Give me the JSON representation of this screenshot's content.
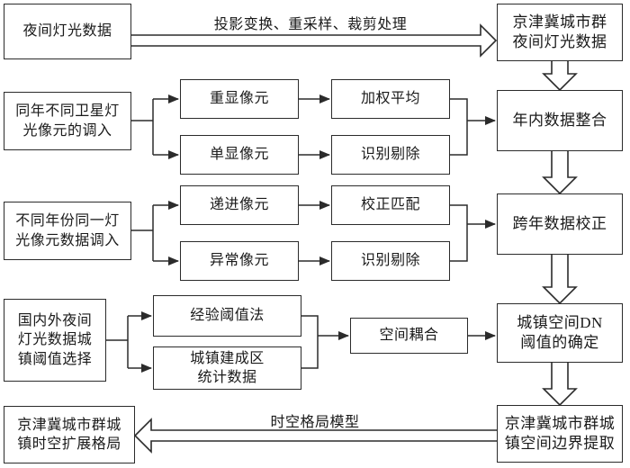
{
  "diagram": {
    "nodes": {
      "night_light_data": {
        "label": "夜间灯光数据"
      },
      "jjj_night_light_data": {
        "label": "京津冀城市群\n夜间灯光数据"
      },
      "same_year_pixel_input": {
        "label": "同年不同卫星灯\n光像元的调入"
      },
      "repeated_pixel": {
        "label": "重显像元"
      },
      "single_pixel": {
        "label": "单显像元"
      },
      "weighted_average": {
        "label": "加权平均"
      },
      "identify_remove_a": {
        "label": "识别剔除"
      },
      "intra_year_integration": {
        "label": "年内数据整合"
      },
      "cross_year_pixel_input": {
        "label": "不同年份同一灯\n光像元数据调入"
      },
      "progressive_pixel": {
        "label": "递进像元"
      },
      "abnormal_pixel": {
        "label": "异常像元"
      },
      "correction_matching": {
        "label": "校正匹配"
      },
      "identify_remove_b": {
        "label": "识别剔除"
      },
      "cross_year_correction": {
        "label": "跨年数据校正"
      },
      "threshold_selection": {
        "label": "国内外夜间\n灯光数据城\n镇阈值选择"
      },
      "empirical_threshold": {
        "label": "经验阈值法"
      },
      "built_up_statistics": {
        "label": "城镇建成区\n统计数据"
      },
      "spatial_coupling": {
        "label": "空间耦合"
      },
      "dn_threshold": {
        "label": "城镇空间DN\n阈值的确定"
      },
      "boundary_extraction": {
        "label": "京津冀城市群城\n镇空间边界提取"
      },
      "spatiotemporal_pattern": {
        "label": "京津冀城市群城\n镇时空扩展格局"
      }
    },
    "edge_labels": {
      "preprocess": "投影变换、重采样、裁剪处理",
      "pattern_model": "时空格局模型"
    },
    "colors": {
      "line": "#2b2b2b",
      "background": "#ffffff",
      "text": "#1a1a1a"
    }
  }
}
